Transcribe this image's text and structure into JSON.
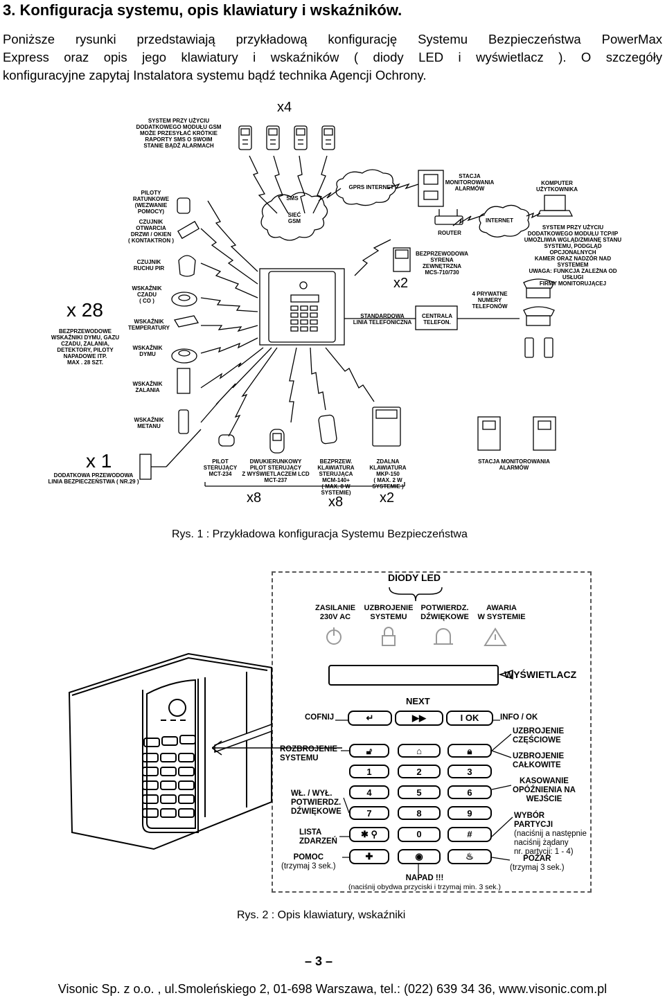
{
  "heading": "3. Konfiguracja systemu, opis klawiatury i wskaźników.",
  "intro": {
    "line1": "Poniższe rysunki przedstawiają przykładową konfigurację Systemu Bezpieczeństwa PowerMax",
    "line2": "Express oraz opis jego klawiatury i wskaźników ( diody LED i wyświetlacz ). O szczegóły",
    "line3": "konfiguracyjne zapytaj Instalatora systemu bądź technika Agencji Ochrony."
  },
  "fig1": {
    "caption": "Rys. 1 : Przykładowa konfiguracja Systemu Bezpieczeństwa",
    "mult_x4": "x4",
    "mult_x28": "x 28",
    "mult_x1": "x 1",
    "mult_x2a": "x2",
    "mult_x8a": "x8",
    "mult_x8b": "x8",
    "mult_x2b": "x2",
    "gsm_note": [
      "SYSTEM PRZY UŻYCIU",
      "DODATKOWEGO MODUŁU GSM",
      "MOŻE PRZESYŁAĆ KRÓTKIE",
      "RAPORTY SMS O SWOIM",
      "STANIE BĄDŹ ALARMACH"
    ],
    "sms": "SMS",
    "gsm_net": [
      "SIEĆ",
      "GSM"
    ],
    "gprs": "GPRS INTERNET",
    "station_top": [
      "STACJA",
      "MONITOROWANIA",
      "ALARMÓW"
    ],
    "computer": [
      "KOMPUTER",
      "UŻYTKOWNIKA"
    ],
    "router": "ROUTER",
    "internet": "INTERNET",
    "tcp_note": [
      "SYSTEM PRZY UŻYCIU",
      "DODATKOWEGO MODUŁU TCP/IP",
      "UMOŻLIWIA WGLĄD/ZMIANĘ STANU",
      "SYSTEMU, PODGLĄD OPCJONALNYCH",
      "KAMER ORAZ NADZÓR NAD SYSTEMEM"
    ],
    "tcp_warn": [
      "UWAGA: FUNKCJA ZALEŻNA OD USŁUGI",
      "FIRMY MONITORUJĄCEJ"
    ],
    "siren": [
      "BEZPRZEWODOWA",
      "SYRENA",
      "ZEWNĘTRZNA",
      "MCS-710/730"
    ],
    "phones4": [
      "4 PRYWATNE",
      "NUMERY",
      "TELEFONÓW"
    ],
    "line": [
      "STANDARDOWA",
      "LINIA TELEFONICZNA"
    ],
    "central": [
      "CENTRALA",
      "TELEFON."
    ],
    "pilots": [
      "PILOTY",
      "RATUNKOWE",
      "(WEZWANIE",
      "POMOCY)"
    ],
    "door": [
      "CZUJNIK",
      "OTWARCIA",
      "DRZWI / OKIEN",
      "( KONTAKTRON )"
    ],
    "pir": [
      "CZUJNIK",
      "RUCHU PIR"
    ],
    "co": [
      "WSKAŹNIK",
      "CZADU",
      "( CO )"
    ],
    "temp": [
      "WSKAŹNIK",
      "TEMPERATURY"
    ],
    "smoke": [
      "WSKAŹNIK",
      "DYMU"
    ],
    "flood": [
      "WSKAŹNIK",
      "ZALANIA"
    ],
    "methane": [
      "WSKAŹNIK",
      "METANU"
    ],
    "wireless": [
      "BEZPRZEWODOWE",
      "WSKAŹNIKI DYMU, GAZU",
      "CZADU, ZALANIA,",
      "DETEKTORY, PILOTY",
      "NAPADOWE ITP.",
      "MAX . 28 SZT."
    ],
    "wired": [
      "DODATKOWA PRZEWODOWA",
      "LINIA BEZPIECZEŃSTWA ( NR.29 )"
    ],
    "mct234": [
      "PILOT",
      "STERUJĄCY",
      "MCT-234"
    ],
    "mct237": [
      "DWUKIERUNKOWY",
      "PILOT STERUJĄCY",
      "Z WYŚWIETLACZEM LCD",
      "MCT-237"
    ],
    "mcm": [
      "BEZPRZEW.",
      "KLAWIATURA",
      "STERUJĄCA",
      "MCM-140+",
      "( MAX. 8 W",
      "SYSTEMIE)"
    ],
    "mkp": [
      "ZDALNA",
      "KLAWIATURA",
      "MKP-150",
      "( MAX. 2 W",
      "SYSTEMIE )"
    ],
    "station_bottom": [
      "STACJA MONITOROWANIA",
      "ALARMÓW"
    ]
  },
  "fig2": {
    "caption": "Rys. 2 : Opis klawiatury, wskaźniki",
    "leds_title": "DIODY LED",
    "led_power": [
      "ZASILANIE",
      "230V AC"
    ],
    "led_armed": [
      "UZBROJENIE",
      "SYSTEMU"
    ],
    "led_confirm": [
      "POTWIERDZ.",
      "DŹWIĘKOWE"
    ],
    "led_fault": [
      "AWARIA",
      "W SYSTEMIE"
    ],
    "display": "WYŚWIETLACZ",
    "next": "NEXT",
    "back": "COFNIJ",
    "info": "INFO / OK",
    "ok_key": "I OK",
    "partial": [
      "UZBROJENIE",
      "CZĘŚCIOWE"
    ],
    "disarm": [
      "ROZBROJENIE",
      "SYSTEMU"
    ],
    "full": [
      "UZBROJENIE",
      "CAŁKOWITE"
    ],
    "delay": [
      "KASOWANIE",
      "OPÓŹNIENIA NA",
      "WEJŚCIE"
    ],
    "chime": [
      "WŁ. / WYŁ.",
      "POTWIERDZ.",
      "DŹWIĘKOWE"
    ],
    "partition": [
      "WYBÓR",
      "PARTYCJI",
      "(naciśnij a następnie",
      "naciśnij żądany",
      "nr. partycji: 1 - 4)"
    ],
    "events": [
      "LISTA",
      "ZDARZEŃ"
    ],
    "help": [
      "POMOC",
      "(trzymaj 3 sek.)"
    ],
    "fire": [
      "POŻAR",
      "(trzymaj 3 sek.)"
    ],
    "panic": [
      "NAPAD !!!",
      "(naciśnij obydwa przyciski i trzymaj min. 3 sek.)"
    ],
    "keys": [
      "1",
      "2",
      "3",
      "4",
      "5",
      "6",
      "7",
      "8",
      "9",
      "0"
    ]
  },
  "page_number": "3",
  "footer": "Visonic Sp. z o.o. , ul.Smoleńskiego 2, 01-698 Warszawa, tel.: (022) 639 34 36, www.visonic.com.pl"
}
